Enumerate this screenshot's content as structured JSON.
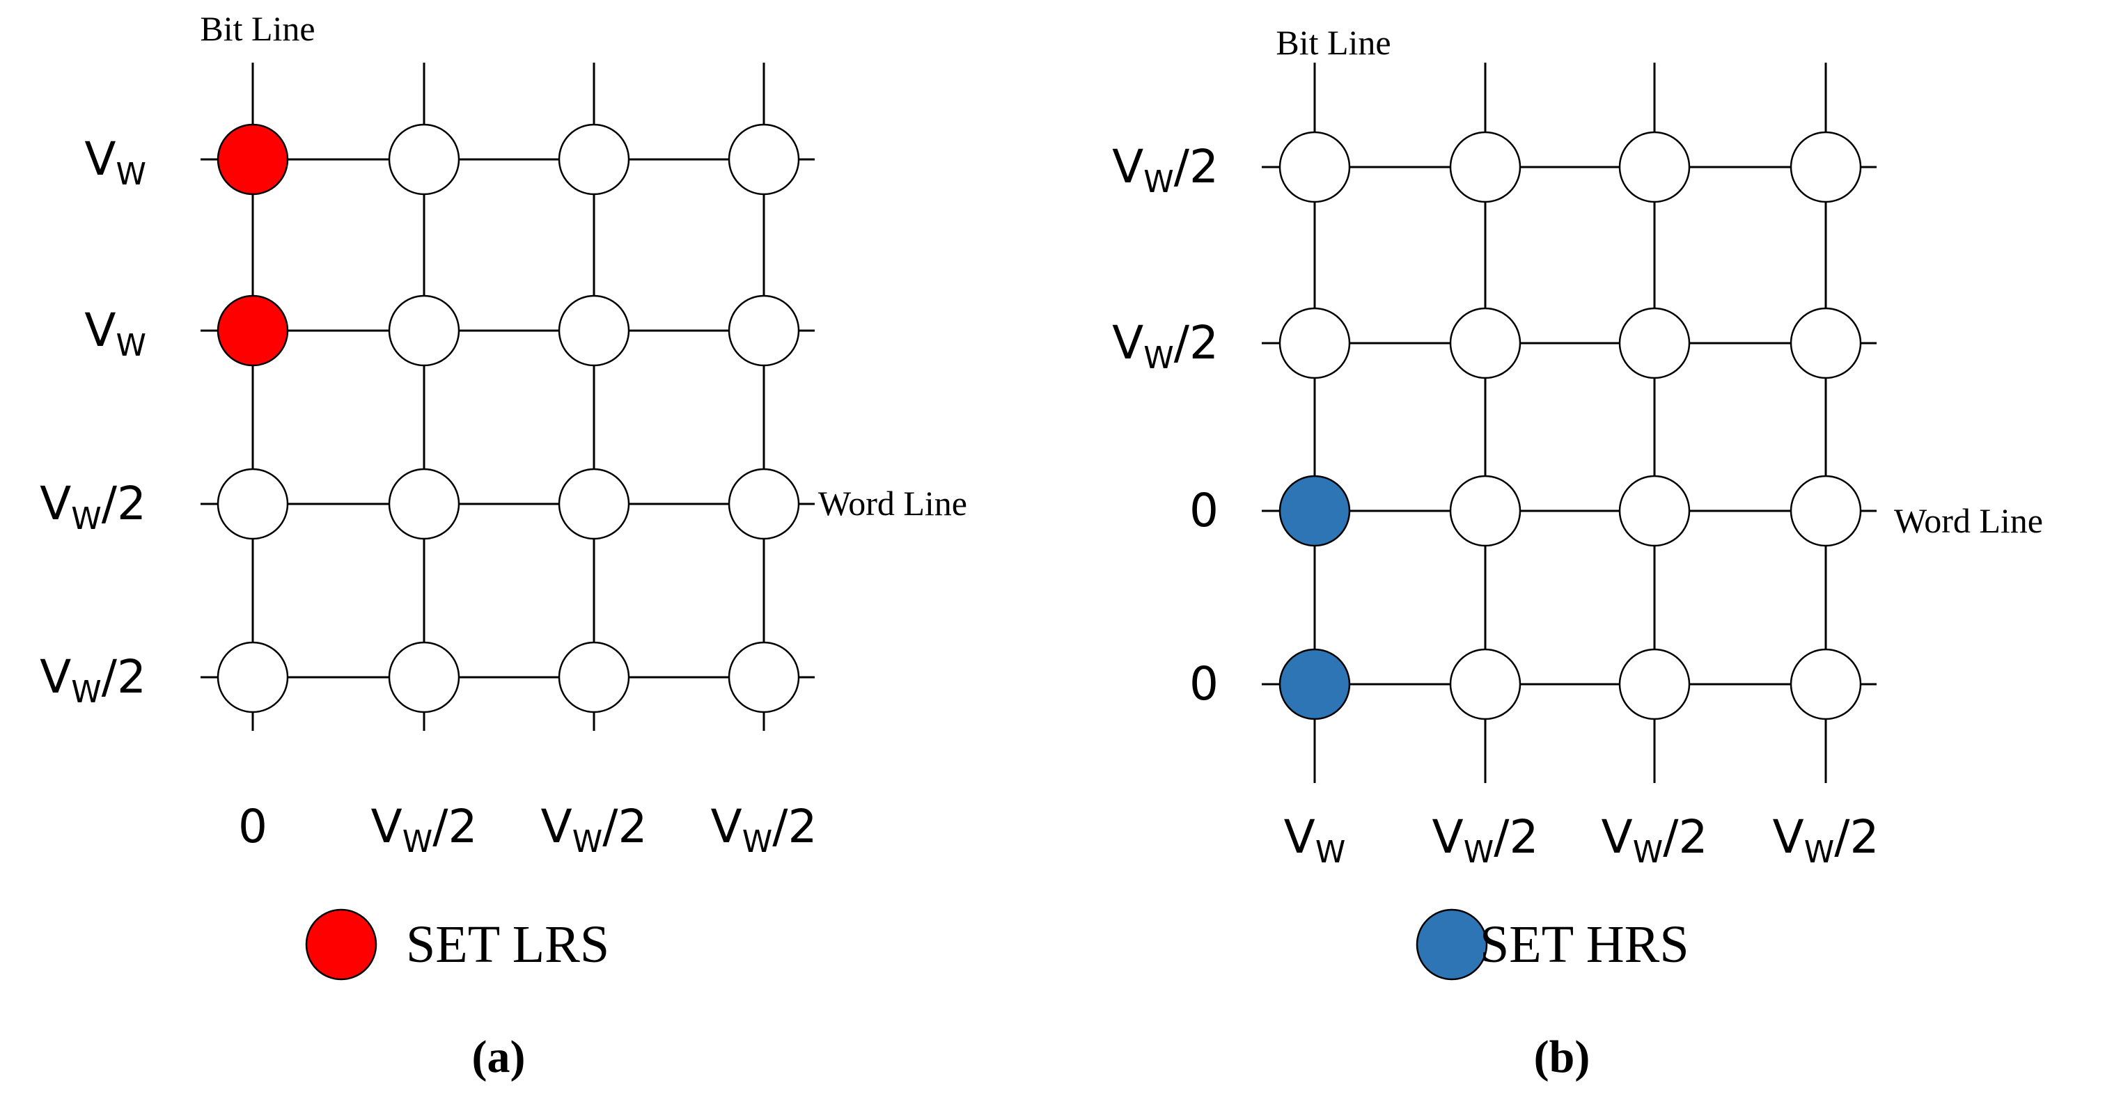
{
  "panels": [
    {
      "id": "a",
      "caption": "(a)",
      "bit_line_label": "Bit Line",
      "word_line_label": "Word Line",
      "row_voltages": [
        {
          "v": "V",
          "sub": "W",
          "suffix": ""
        },
        {
          "v": "V",
          "sub": "W",
          "suffix": ""
        },
        {
          "v": "V",
          "sub": "W",
          "suffix": "/2"
        },
        {
          "v": "V",
          "sub": "W",
          "suffix": "/2"
        }
      ],
      "col_voltages": [
        {
          "v": "0",
          "sub": "",
          "suffix": ""
        },
        {
          "v": "V",
          "sub": "W",
          "suffix": "/2"
        },
        {
          "v": "V",
          "sub": "W",
          "suffix": "/2"
        },
        {
          "v": "V",
          "sub": "W",
          "suffix": "/2"
        }
      ],
      "selected_cells": [
        [
          0,
          0
        ],
        [
          1,
          0
        ]
      ],
      "selected_color": "#ff0000",
      "legend_label": "SET LRS",
      "legend_color": "#ff0000"
    },
    {
      "id": "b",
      "caption": "(b)",
      "bit_line_label": "Bit Line",
      "word_line_label": "Word Line",
      "row_voltages": [
        {
          "v": "V",
          "sub": "W",
          "suffix": "/2"
        },
        {
          "v": "V",
          "sub": "W",
          "suffix": "/2"
        },
        {
          "v": "0",
          "sub": "",
          "suffix": ""
        },
        {
          "v": "0",
          "sub": "",
          "suffix": ""
        }
      ],
      "col_voltages": [
        {
          "v": "V",
          "sub": "W",
          "suffix": ""
        },
        {
          "v": "V",
          "sub": "W",
          "suffix": "/2"
        },
        {
          "v": "V",
          "sub": "W",
          "suffix": "/2"
        },
        {
          "v": "V",
          "sub": "W",
          "suffix": "/2"
        }
      ],
      "selected_cells": [
        [
          2,
          0
        ],
        [
          3,
          0
        ]
      ],
      "selected_color": "#2e75b6",
      "legend_label": "SET HRS",
      "legend_color": "#2e75b6"
    }
  ],
  "unselected_color": "#ffffff",
  "line_color": "#000000"
}
